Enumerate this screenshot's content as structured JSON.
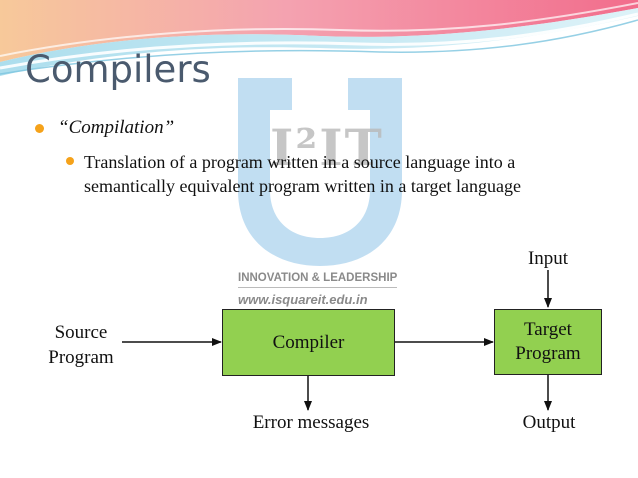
{
  "slide": {
    "title": "Compilers",
    "bullet1": "“Compilation”",
    "bullet2": "Translation of a program written in a source language into a semantically equivalent program written in a target language"
  },
  "watermark": {
    "logo_text": "I²IT",
    "tagline": "INNOVATION & LEADERSHIP",
    "url": "www.isquareit.edu.in"
  },
  "diagram": {
    "source_line1": "Source",
    "source_line2": "Program",
    "compiler": "Compiler",
    "target_line1": "Target",
    "target_line2": "Program",
    "input": "Input",
    "output": "Output",
    "errors": "Error messages"
  },
  "colors": {
    "accent_bullet": "#f5a21a",
    "box_fill": "#92d050",
    "watermark_blue": "#8ec3e8",
    "title_color": "#4a5a6e"
  }
}
